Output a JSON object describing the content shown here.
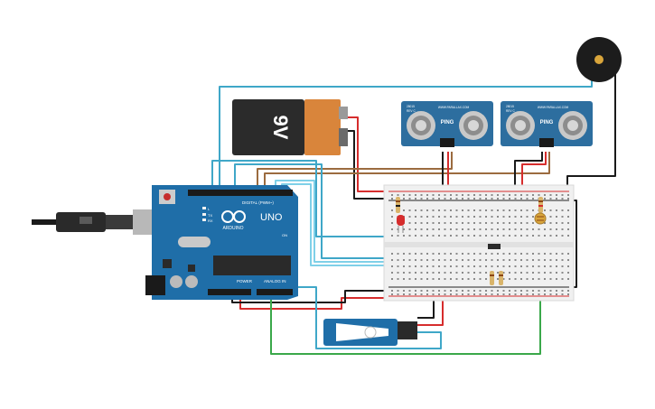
{
  "battery": {
    "label": "9V",
    "colors": {
      "body": "#2b2b2b",
      "top": "#d9853b"
    }
  },
  "arduino": {
    "brand": "UNO",
    "logo_text": "ARDUINO",
    "header_digital": "DIGITAL (PWM~)",
    "header_power": "POWER",
    "header_analog": "ANALOG IN",
    "led_tx": "TX",
    "led_rx": "RX",
    "led_l": "L",
    "on_label": "ON",
    "colors": {
      "board": "#1f6ea8",
      "usb": "#b8b8b8",
      "chip": "#2a2a2a"
    }
  },
  "sensors": [
    {
      "name": "PING",
      "sub": "WWW.PARALLAX.COM",
      "model": "28015",
      "rev": "REV C"
    },
    {
      "name": "PING",
      "sub": "WWW.PARALLAX.COM",
      "model": "28015",
      "rev": "REV C"
    }
  ],
  "breadboard": {
    "colors": {
      "body": "#f0f0f0",
      "rail_red": "#d62d2d",
      "rail_black": "#222222"
    }
  },
  "wires": {
    "colors": {
      "red": "#d62d2d",
      "black": "#1a1a1a",
      "brown": "#9b6b3f",
      "cyan": "#3fa7c8",
      "green": "#3aa84a",
      "light_blue": "#7fd0e8"
    }
  }
}
